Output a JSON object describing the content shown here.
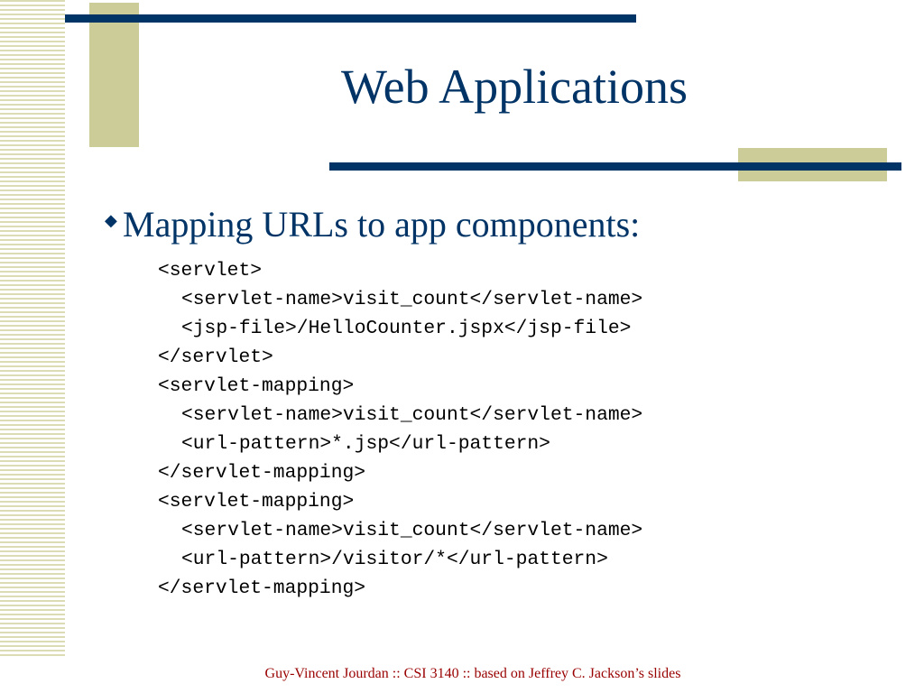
{
  "slide": {
    "title": "Web Applications",
    "bullet_icon": "diamond-bullet-icon",
    "bullet_glyph": "◆",
    "bullet_text": "Mapping URLs to app components:",
    "code_lines": [
      {
        "text": "<servlet>",
        "indent": false
      },
      {
        "text": "<servlet-name>visit_count</servlet-name>",
        "indent": true
      },
      {
        "text": "<jsp-file>/HelloCounter.jspx</jsp-file>",
        "indent": true
      },
      {
        "text": "</servlet>",
        "indent": false
      },
      {
        "text": "<servlet-mapping>",
        "indent": false
      },
      {
        "text": "<servlet-name>visit_count</servlet-name>",
        "indent": true
      },
      {
        "text": "<url-pattern>*.jsp</url-pattern>",
        "indent": true
      },
      {
        "text": "</servlet-mapping>",
        "indent": false
      },
      {
        "text": "<servlet-mapping>",
        "indent": false
      },
      {
        "text": "<servlet-name>visit_count</servlet-name>",
        "indent": true
      },
      {
        "text": "<url-pattern>/visitor/*</url-pattern>",
        "indent": true
      },
      {
        "text": "</servlet-mapping>",
        "indent": false
      }
    ],
    "footer": "Guy-Vincent Jourdan :: CSI 3140 :: based on Jeffrey C. Jackson’s slides"
  },
  "colors": {
    "title": "#003366",
    "rule": "#003366",
    "accent_square": "#cccc99",
    "stripe": "#dcdcb4",
    "footer": "#990000",
    "code": "#000000"
  }
}
